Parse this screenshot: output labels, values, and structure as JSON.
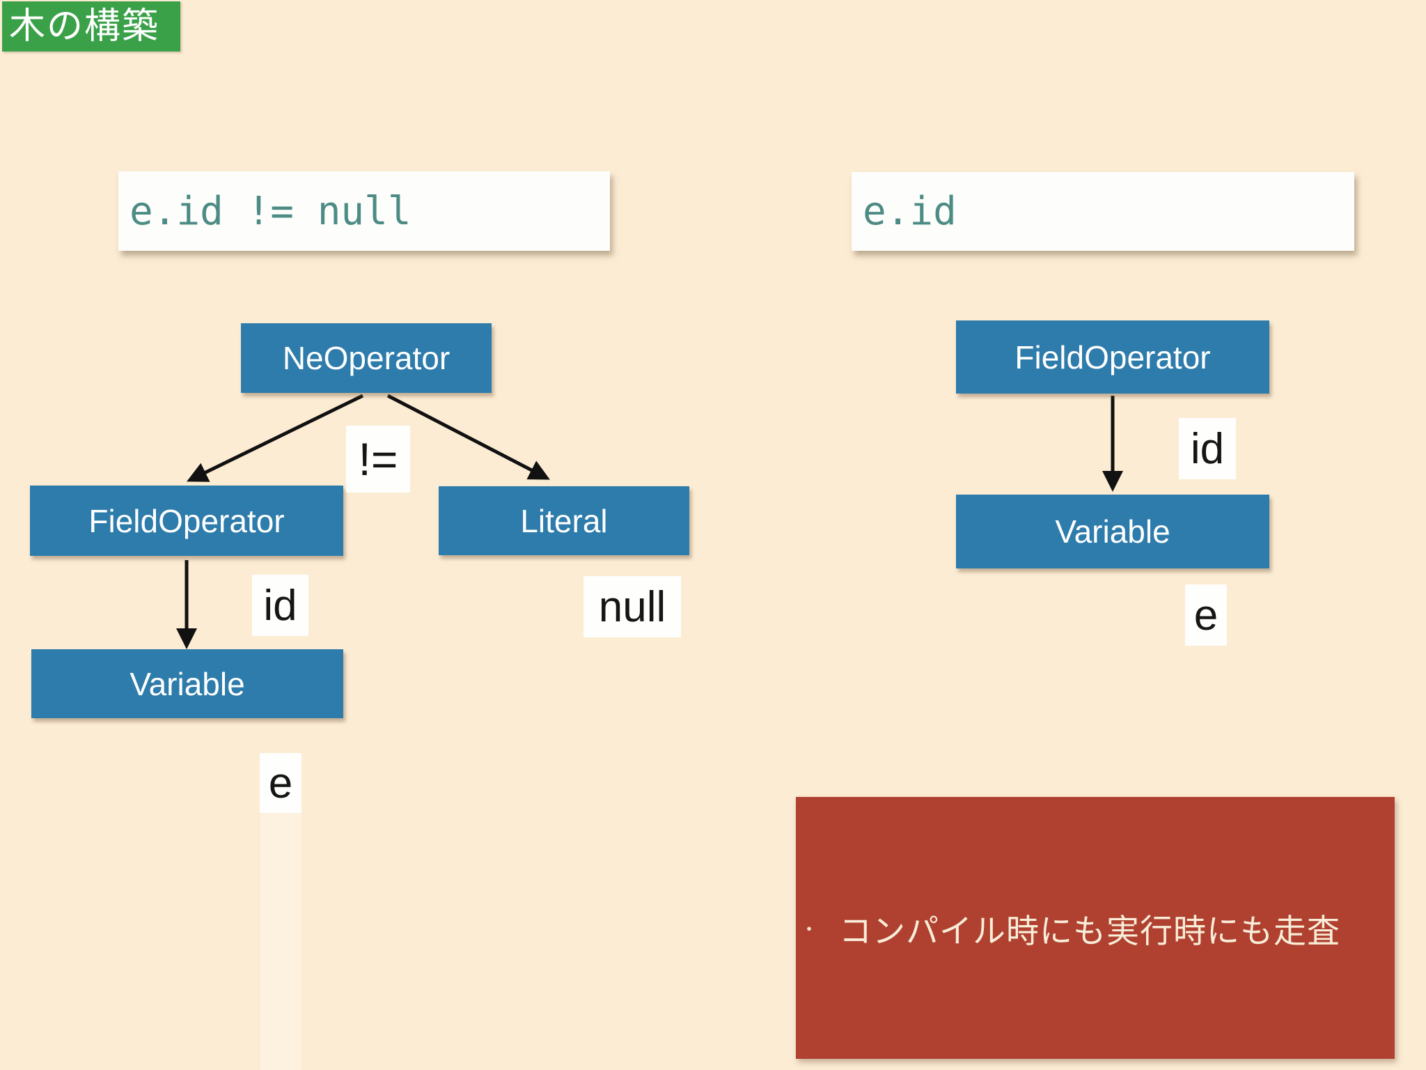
{
  "slide": {
    "title_badge": "木の構築",
    "colors": {
      "background": "#fcecd4",
      "node_blue": "#2e7cab",
      "badge_green": "#3aa148",
      "note_red": "#b04130",
      "code_teal": "#4d8b85"
    },
    "left_panel": {
      "code": "e.id != null",
      "nodes": {
        "root": "NeOperator",
        "left_child": "FieldOperator",
        "right_child": "Literal",
        "grandchild": "Variable"
      },
      "edge_labels": {
        "operator": "!=",
        "field": "id",
        "literal_value": "null",
        "variable_value": "e"
      }
    },
    "right_panel": {
      "code": "e.id",
      "nodes": {
        "root": "FieldOperator",
        "child": "Variable"
      },
      "edge_labels": {
        "field": "id",
        "variable_value": "e"
      }
    },
    "note": {
      "bullet": "・",
      "text": "コンパイル時にも実行時にも走査"
    }
  }
}
